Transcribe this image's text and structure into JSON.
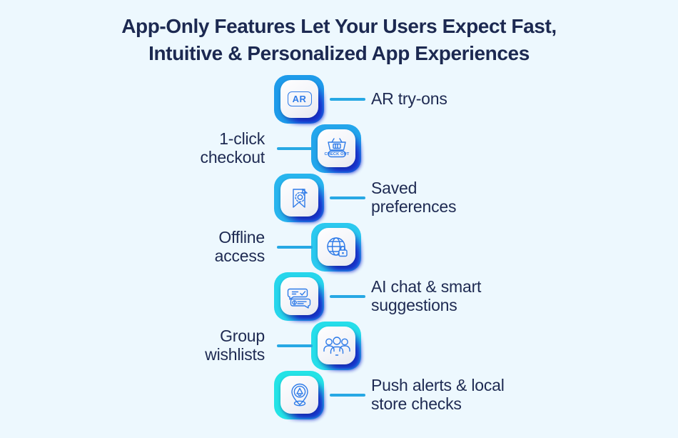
{
  "page": {
    "background_color": "#EDF8FE"
  },
  "title": {
    "line1": "App-Only Features Let Your Users Expect Fast,",
    "line2": "Intuitive & Personalized App Experiences",
    "color": "#1C2951"
  },
  "palette": {
    "label_text": "#1E2A52",
    "connector": "#27A8E4",
    "icon_line": "#2F7BE8",
    "tile_blue": "#2AA3E8",
    "tile_cyan": "#25E0E0"
  },
  "features": [
    {
      "label": "AR try-ons",
      "icon": "ar-badge-icon",
      "icon_side": "left",
      "tile_color": "#1E9BEA",
      "ar_text": "AR"
    },
    {
      "label": "1-click\ncheckout",
      "icon": "checkout-basket-icon",
      "icon_side": "right",
      "tile_color": "#23A6EC",
      "basket_text": "CHECK OUT"
    },
    {
      "label": "Saved\npreferences",
      "icon": "bookmark-gear-icon",
      "icon_side": "left",
      "tile_color": "#28B5EE"
    },
    {
      "label": "Offline\naccess",
      "icon": "globe-lock-icon",
      "icon_side": "right",
      "tile_color": "#2BC9EF"
    },
    {
      "label": "AI chat & smart\nsuggestions",
      "icon": "chat-bubbles-icon",
      "icon_side": "left",
      "tile_color": "#27D6EC"
    },
    {
      "label": "Group\nwishlists",
      "icon": "group-people-icon",
      "icon_side": "right",
      "tile_color": "#26DEEA"
    },
    {
      "label": "Push alerts & local\nstore checks",
      "icon": "location-bell-icon",
      "icon_side": "left",
      "tile_color": "#24E3E6"
    }
  ]
}
